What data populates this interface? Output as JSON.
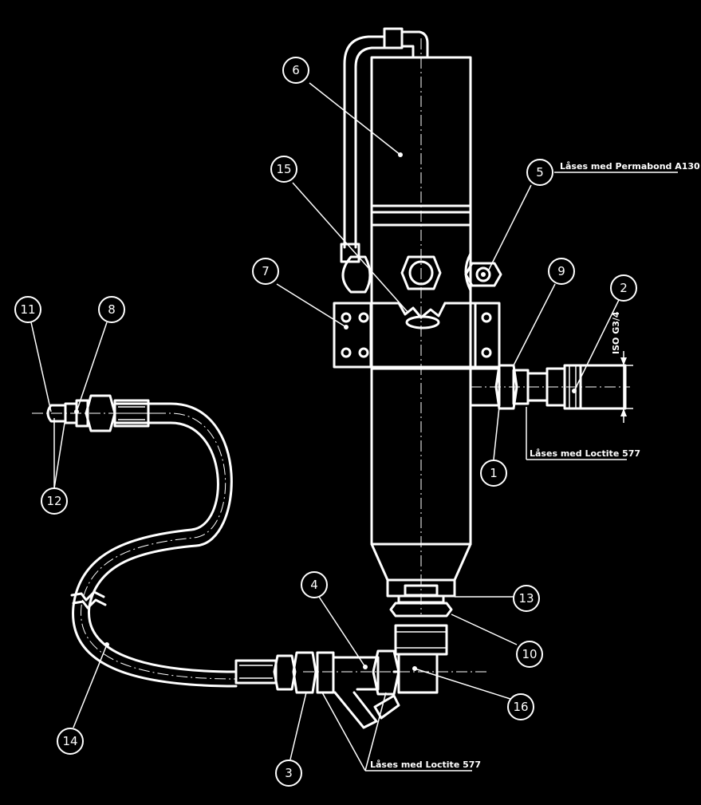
{
  "callouts": [
    "1",
    "2",
    "3",
    "4",
    "5",
    "6",
    "7",
    "8",
    "9",
    "10",
    "11",
    "12",
    "13",
    "14",
    "15",
    "16"
  ],
  "notes": {
    "permabond": "Låses med Permabond A130",
    "loctite_right": "Låses med Loctite 577",
    "loctite_bottom": "Låses med Loctite 577",
    "thread_spec": "ISO G3/4"
  }
}
